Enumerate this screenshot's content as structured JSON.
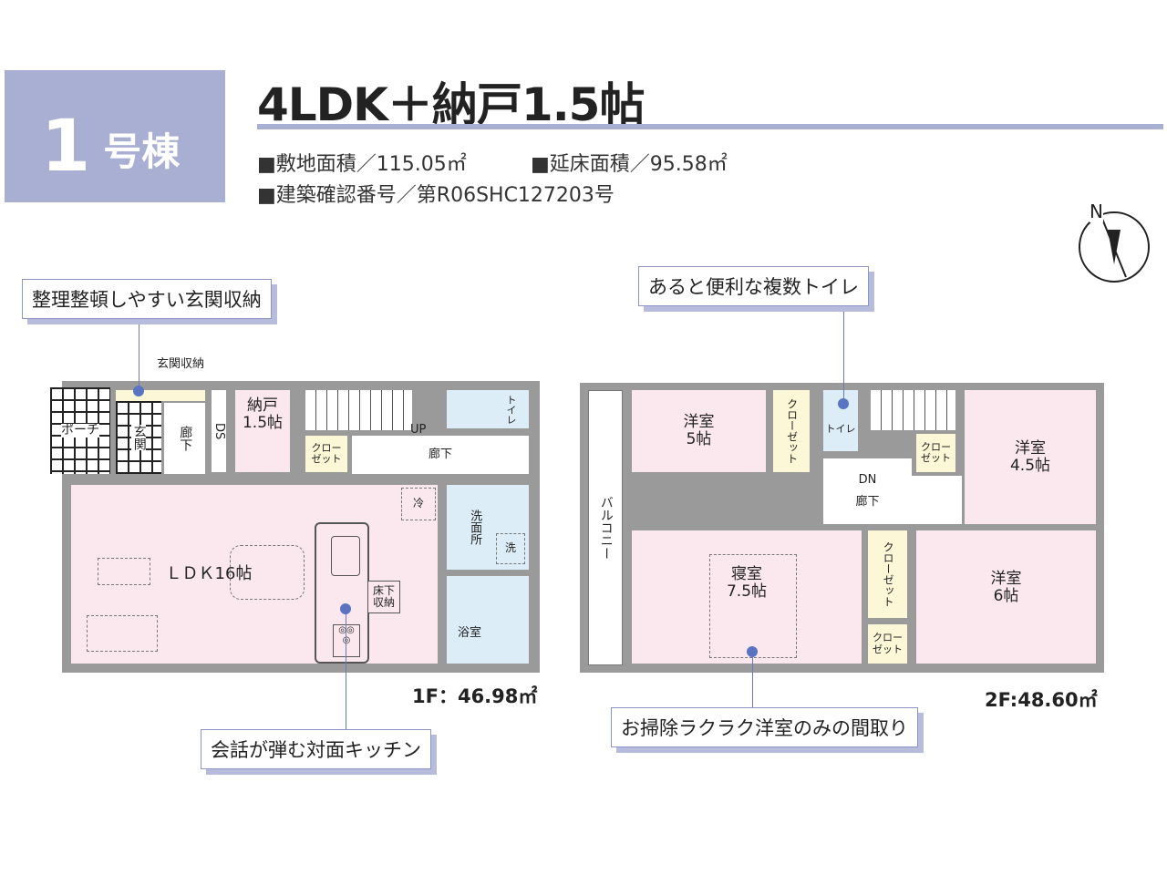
{
  "header": {
    "building_number": "1",
    "building_suffix": "号棟",
    "layout_title": "4LDK＋納戸1.5帖",
    "site_area": "■敷地面積／115.05㎡",
    "floor_area": "■延床面積／95.58㎡",
    "confirmation_number": "■建築確認番号／第R06SHC127203号"
  },
  "compass": {
    "label": "N"
  },
  "floor1": {
    "area": "1F：46.98㎡",
    "rooms": {
      "porch": "ポーチ",
      "entrance": "玄関",
      "entrance_storage": "玄関収納",
      "hall_small": "廊下",
      "ds": "DS",
      "storeroom": "納戸\n1.5帖",
      "closet": "クロー\nゼット",
      "hall": "廊下",
      "up": "UP",
      "toilet": "トイレ",
      "ldk": "ＬＤＫ16帖",
      "fridge": "冷",
      "washroom": "洗面所",
      "washer": "洗",
      "underfloor": "床下\n収納",
      "bath": "浴室"
    }
  },
  "floor2": {
    "area": "2F:48.60㎡",
    "rooms": {
      "balcony": "バルコニー",
      "western5": "洋室\n5帖",
      "closet_a": "クローゼット",
      "toilet": "トイレ",
      "dn": "DN",
      "closet_b": "クロー\nゼット",
      "western45": "洋室\n4.5帖",
      "hall": "廊下",
      "bedroom": "寝室\n7.5帖",
      "closet_c": "クローゼット",
      "closet_d": "クロー\nゼット",
      "western6": "洋室\n6帖"
    }
  },
  "callouts": {
    "entrance_storage": "整理整頓しやすい玄関収納",
    "toilets": "あると便利な複数トイレ",
    "kitchen": "会話が弾む対面キッチン",
    "rooms": "お掃除ラクラク洋室のみの間取り"
  }
}
